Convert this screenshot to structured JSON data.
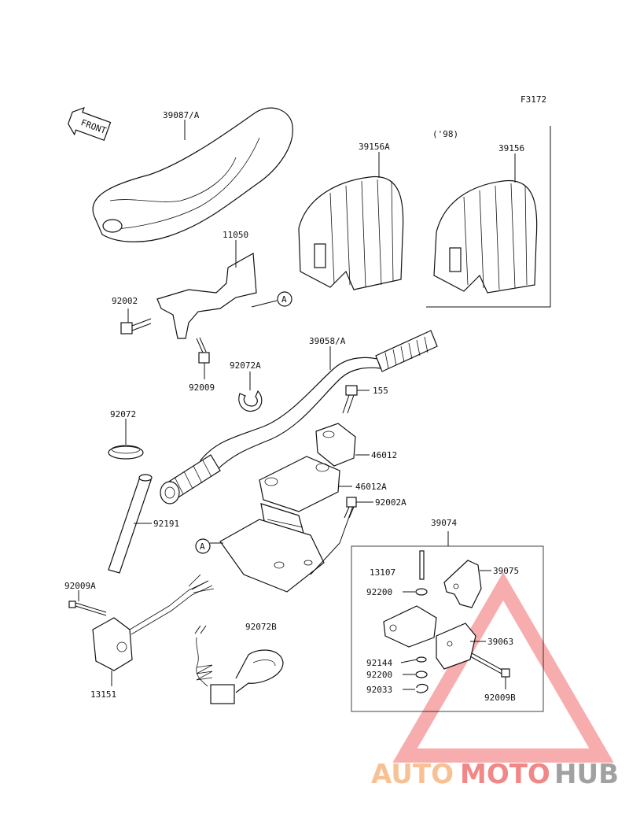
{
  "figure_code": "F3172",
  "front_label": "FRONT",
  "year_note": "('98)",
  "ref_marker": "A",
  "parts": {
    "seat_cover": "39087/A",
    "bracket": "11050",
    "bolt_92002": "92002",
    "bolt_92009": "92009",
    "clamp_92072a": "92072A",
    "clamp_92072": "92072",
    "tube_92191": "92191",
    "bolt_92009a": "92009A",
    "switch_13151": "13151",
    "pad_39156a": "39156A",
    "pad_39156": "39156",
    "handlebar": "39058/A",
    "bolt_155": "155",
    "holder_46012": "46012",
    "holder_46012a": "46012A",
    "bolt_92002a": "92002A",
    "lever_assy": "39074",
    "pin_13107": "13107",
    "washer_92200_top": "92200",
    "lever_39075": "39075",
    "block_39063": "39063",
    "spring_92144": "92144",
    "washer_92200_bottom": "92200",
    "ring_92033": "92033",
    "bolt_92009b": "92009B",
    "clamp_92072b": "92072B"
  },
  "watermark": {
    "part1": "AUTO",
    "part2": "MOTO",
    "part3": "HUB"
  },
  "colors": {
    "watermark_orange": "#f7b27a",
    "watermark_red": "#f06a6a",
    "watermark_gray": "#8a8a8a"
  }
}
